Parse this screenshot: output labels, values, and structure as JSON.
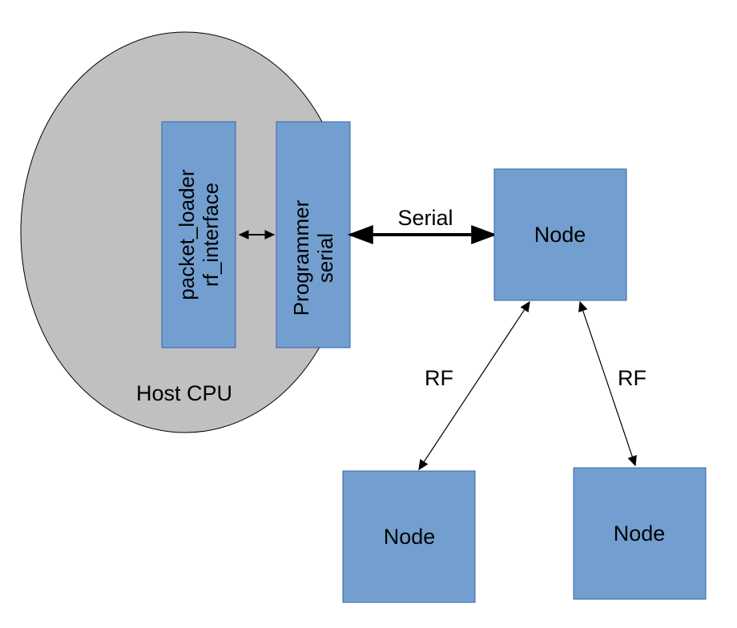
{
  "host": {
    "label": "Host CPU",
    "fill": "#c0c0c0",
    "modules": {
      "left": {
        "line1": "packet_loader",
        "line2": "rf_interface"
      },
      "right": {
        "line1": "Programmer",
        "line2": "serial"
      }
    }
  },
  "nodes": {
    "main": "Node",
    "bottom_left": "Node",
    "bottom_right": "Node"
  },
  "links": {
    "serial": "Serial",
    "rf_left": "RF",
    "rf_right": "RF"
  },
  "colors": {
    "box_fill": "#729fcf",
    "box_stroke": "#3465a4",
    "line": "#000000"
  }
}
